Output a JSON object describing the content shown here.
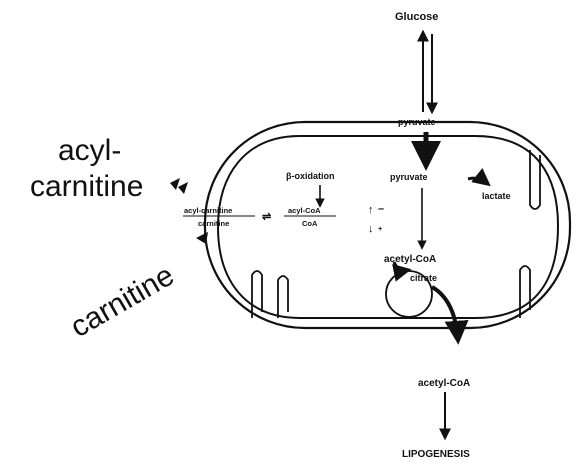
{
  "labels": {
    "glucose": "Glucose",
    "pyruvate_outer": "pyruvate",
    "beta_oxidation": "β-oxidation",
    "pyruvate_inner": "pyruvate",
    "lactate": "lactate",
    "acyl_carnitine_ratio_num": "acyl-carnitine",
    "acyl_carnitine_ratio_den": "carnitine",
    "equilibrium": "⇌",
    "acyl_coa_ratio_num": "acyl-CoA",
    "acyl_coa_ratio_den": "CoA",
    "up_arrow": "↑",
    "minus": "–",
    "down_arrow": "↓",
    "plus": "+",
    "acetyl_coa_inner": "acetyl-CoA",
    "citrate": "citrate",
    "acetyl_coa_outer": "acetyl-CoA",
    "lipogenesis": "LIPOGENESIS",
    "acyl_hyphen": "acyl-",
    "carnitine_upper": "carnitine",
    "carnitine_lower": "carnitine"
  },
  "colors": {
    "ink": "#111111",
    "background": "#ffffff"
  }
}
